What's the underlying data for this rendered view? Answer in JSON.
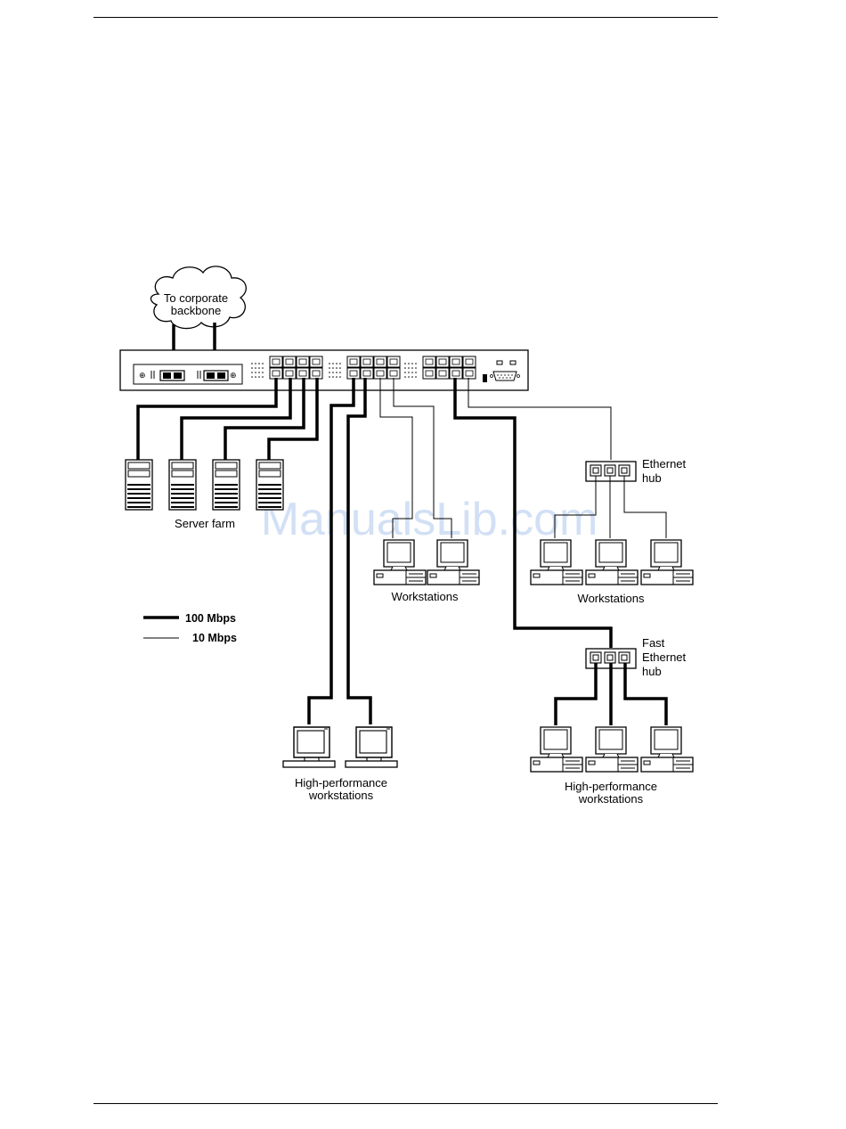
{
  "diagram": {
    "cloud_label_line1": "To corporate",
    "cloud_label_line2": "backbone",
    "server_farm_label": "Server farm",
    "workstations_center_label": "Workstations",
    "workstations_right_label": "Workstations",
    "ethernet_hub_line1": "Ethernet",
    "ethernet_hub_line2": "hub",
    "fast_hub_line1": "Fast",
    "fast_hub_line2": "Ethernet",
    "fast_hub_line3": "hub",
    "hp_left_line1": "High-performance",
    "hp_left_line2": "workstations",
    "hp_right_line1": "High-performance",
    "hp_right_line2": "workstations",
    "legend_100": "100 Mbps",
    "legend_10": "10 Mbps",
    "watermark": "ManualsLib.com"
  }
}
